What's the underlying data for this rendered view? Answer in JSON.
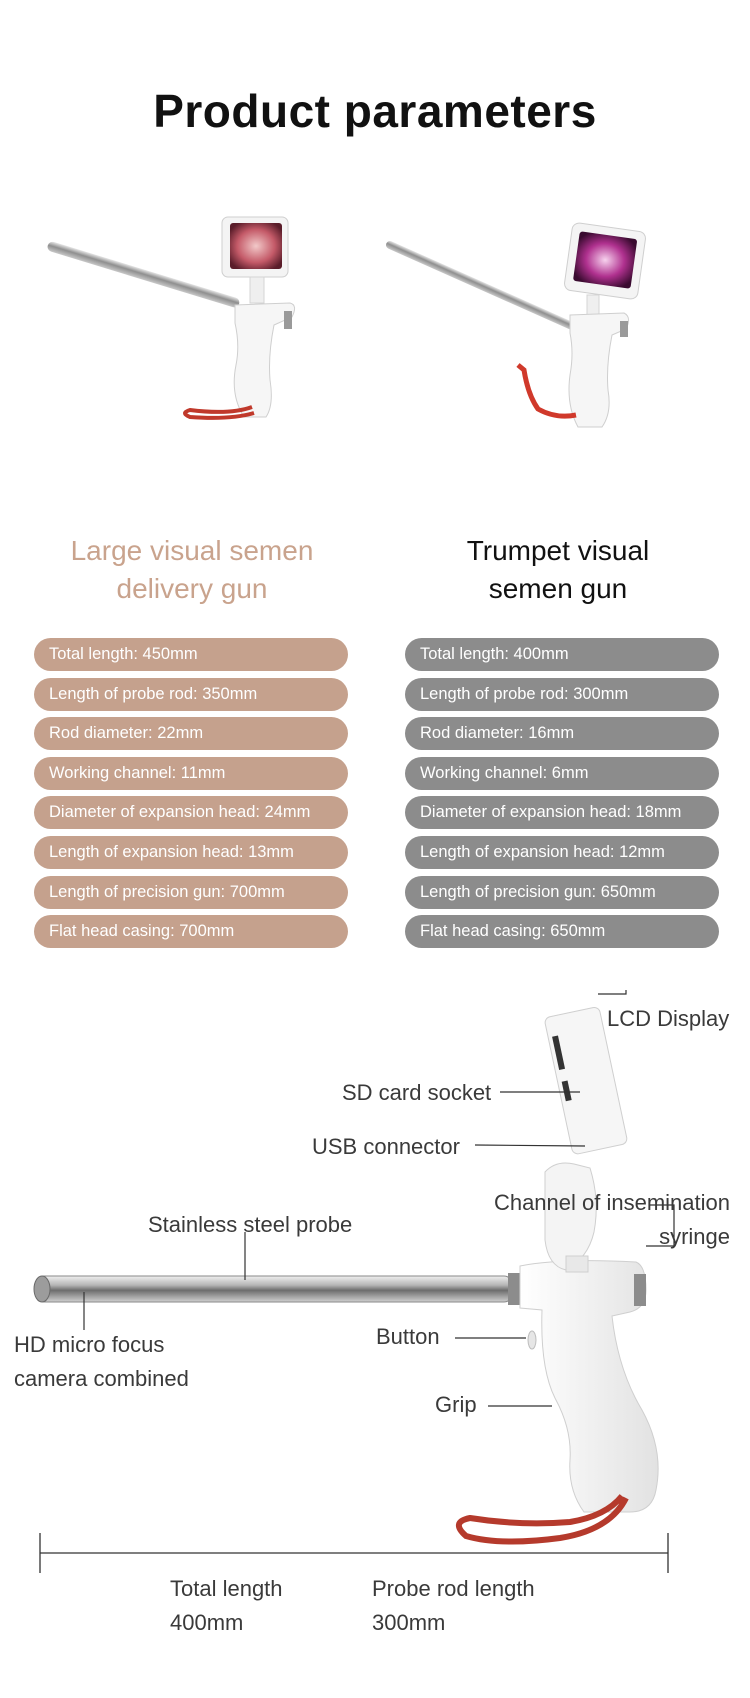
{
  "page_title": "Product parameters",
  "products": [
    {
      "name_line1": "Large visual semen",
      "name_line2": "delivery gun",
      "specs": [
        "Total length: 450mm",
        "Length of probe rod: 350mm",
        "Rod diameter: 22mm",
        "Working channel: 11mm",
        "Diameter of expansion head: 24mm",
        "Length of expansion head: 13mm",
        "Length of precision gun: 700mm",
        "Flat head casing: 700mm"
      ]
    },
    {
      "name_line1": "Trumpet visual",
      "name_line2": "semen gun",
      "specs": [
        "Total length: 400mm",
        "Length of probe rod: 300mm",
        "Rod diameter: 16mm",
        "Working channel: 6mm",
        "Diameter of expansion head: 18mm",
        "Length of expansion head: 12mm",
        "Length of precision gun: 650mm",
        "Flat head casing: 650mm"
      ]
    }
  ],
  "diagram": {
    "labels": {
      "lcd_display": "LCD Display",
      "sd_card_socket": "SD card socket",
      "usb_connector": "USB connector",
      "channel_line1": "Channel of insemination",
      "channel_line2": "syringe",
      "stainless_probe": "Stainless steel probe",
      "camera_line1": "HD micro focus",
      "camera_line2": "camera combined",
      "button": "Button",
      "grip": "Grip",
      "total_length_label": "Total length",
      "total_length_value": "400mm",
      "probe_length_label": "Probe rod length",
      "probe_length_value": "300mm"
    }
  },
  "colors": {
    "left_accent": "#c5a18d",
    "right_accent": "#8c8c8c",
    "strap": "#c0392b"
  }
}
